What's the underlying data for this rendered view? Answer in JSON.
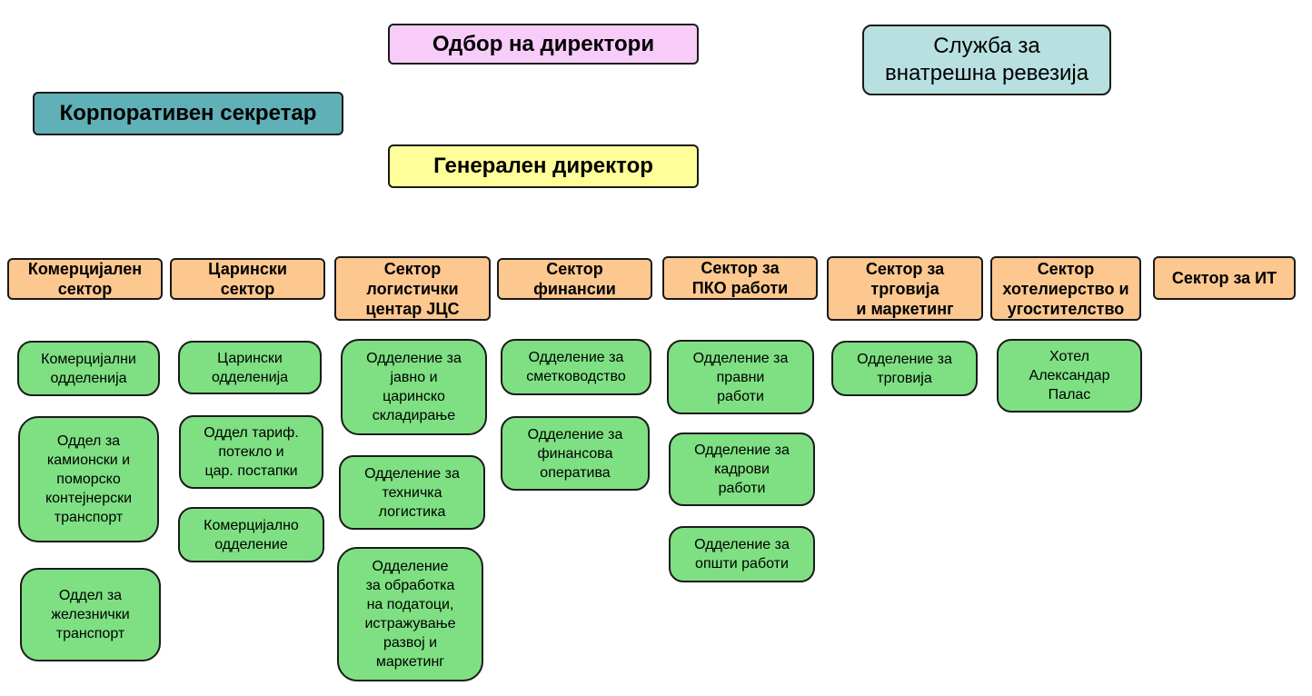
{
  "board": {
    "label": "Одбор на директори",
    "color": "#f8ccf8"
  },
  "internal_audit": {
    "label": "Служба за\nвнатрешна ревезија",
    "color": "#b8e0e0"
  },
  "corporate_secretary": {
    "label": "Корпоративен секретар",
    "color": "#60b0b8"
  },
  "general_director": {
    "label": "Генерален директор",
    "color": "#ffff99"
  },
  "sectors": [
    {
      "label": "Комерцијален\nсектор",
      "departments": [
        "Комерцијални\nодделенија",
        "Оддел за\nкамионски и\nпоморско\nконтејнерски\nтранспорт",
        "Оддел за\nжелезнички\nтранспорт"
      ]
    },
    {
      "label": "Царински\nсектор",
      "departments": [
        "Царински\nодделенија",
        "Оддел тариф.\nпотекло и\nцар. постапки",
        "Комерцијално\nодделение"
      ]
    },
    {
      "label": "Сектор\nлогистички\nцентар ЈЦС",
      "departments": [
        "Одделение за\nјавно и\nцаринско\nскладирање",
        "Одделение за\nтехничка\nлогистика",
        "Одделение\nза обработка\nна податоци,\nистражување\nразвој и\nмаркетинг"
      ]
    },
    {
      "label": "Сектор\nфинансии",
      "departments": [
        "Одделение за\nсметководство",
        "Одделение за\nфинансова\nоператива"
      ]
    },
    {
      "label": "Сектор за\nПКО работи",
      "departments": [
        "Одделение за\nправни\nработи",
        "Одделение за\nкадрови\nработи",
        "Одделение за\nопшти работи"
      ]
    },
    {
      "label": "Сектор за\nтрговија\nи маркетинг",
      "departments": [
        "Одделение за\nтрговија"
      ]
    },
    {
      "label": "Сектор\nхотелиерство и\nугостителство",
      "departments": [
        "Хотел\nАлександар\nПалас"
      ]
    },
    {
      "label": "Сектор за ИТ",
      "departments": []
    }
  ],
  "colors": {
    "sector": "#fcc890",
    "department": "#7ee082"
  }
}
